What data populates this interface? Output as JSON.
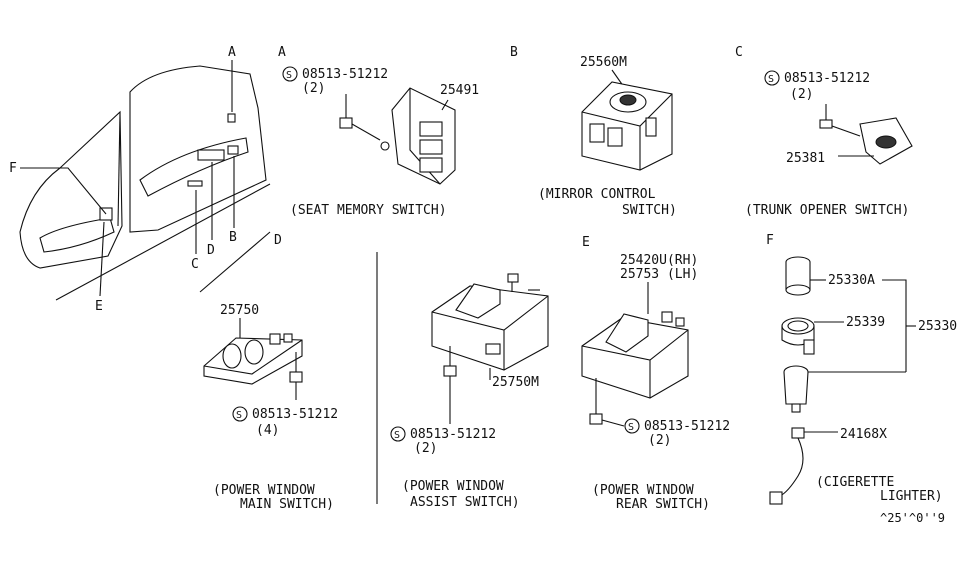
{
  "sections": {
    "A": {
      "letter": "A"
    },
    "B": {
      "letter": "B"
    },
    "C": {
      "letter": "C"
    },
    "D": {
      "letter": "D"
    },
    "E": {
      "letter": "E"
    },
    "F": {
      "letter": "F"
    }
  },
  "door_callouts": {
    "A": "A",
    "F": "F",
    "D": "D",
    "C": "C",
    "B": "B",
    "E": "E"
  },
  "screw_symbol": "S",
  "parts": {
    "a_screw": "08513-51212",
    "a_screw_qty": "(2)",
    "a_switch": "25491",
    "b_switch": "25560M",
    "c_screw": "08513-51212",
    "c_screw_qty": "(2)",
    "c_switch": "25381",
    "d_switch": "25750",
    "d_screw": "08513-51212",
    "d_screw_qty": "(4)",
    "assist_switch": "25750M",
    "assist_screw": "08513-51212",
    "assist_screw_qty": "(2)",
    "e_rh": "25420U(RH)",
    "e_lh": "25753 (LH)",
    "e_screw": "08513-51212",
    "e_screw_qty": "(2)",
    "f_plug": "25330A",
    "f_ring": "25339",
    "f_assy": "25330",
    "f_harness": "24168X"
  },
  "captions": {
    "seat_memory": "(SEAT MEMORY SWITCH)",
    "mirror_1": "(MIRROR CONTROL",
    "mirror_2": "SWITCH)",
    "trunk": "(TRUNK OPENER SWITCH)",
    "pw_main_1": "(POWER WINDOW",
    "pw_main_2": "MAIN SWITCH)",
    "pw_assist_1": "(POWER WINDOW",
    "pw_assist_2": "ASSIST SWITCH)",
    "pw_rear_1": "(POWER WINDOW",
    "pw_rear_2": "REAR SWITCH)",
    "cig_1": "(CIGERETTE",
    "cig_2": "LIGHTER)"
  },
  "diagram_code": "^25'^0''9"
}
